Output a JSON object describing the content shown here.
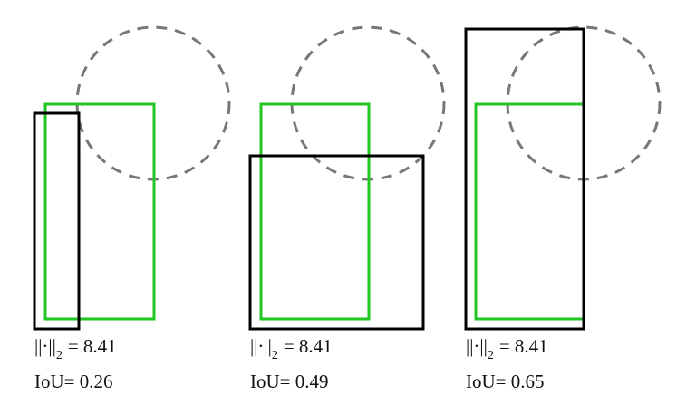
{
  "figure": {
    "panels": [
      {
        "norm_label": "= 8.41",
        "iou_label": "IoU= 0.26"
      },
      {
        "norm_label": "= 8.41",
        "iou_label": "IoU= 0.49"
      },
      {
        "norm_label": "= 8.41",
        "iou_label": "IoU= 0.65"
      }
    ],
    "norm_symbol": "||·||",
    "norm_subscript": "2",
    "colors": {
      "ground_truth_box": "#22c522",
      "predicted_box": "#000000",
      "circle": "#777777"
    }
  }
}
